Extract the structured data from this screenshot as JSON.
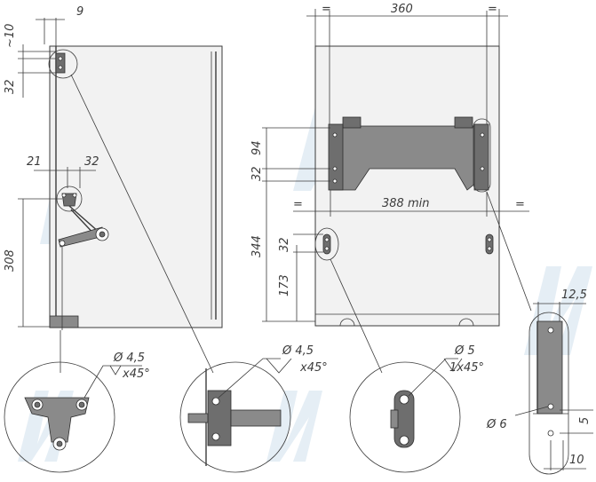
{
  "dimensions": {
    "top_offset_9": "9",
    "approx_10": "~10",
    "height_32_left": "32",
    "offset_21": "21",
    "spacing_32_top": "32",
    "height_308": "308",
    "width_360": "360",
    "eq_left_top": "=",
    "eq_right_top": "=",
    "h_94": "94",
    "h_32_front": "32",
    "min_388": "388 min",
    "eq_left_mid": "=",
    "eq_right_mid": "=",
    "h_344": "344",
    "h_32_lower": "32",
    "h_173": "173",
    "w_12_5": "12,5",
    "dia_6": "Ø 6",
    "d_5": "5",
    "d_10": "10"
  },
  "callouts": {
    "c1_dia": "Ø 4,5",
    "c1_chamfer": "x45°",
    "c2_dia": "Ø 4,5",
    "c2_chamfer": "x45°",
    "c3_dia": "Ø 5",
    "c3_chamfer": "1x45°"
  },
  "colors": {
    "line": "#3b3b3b",
    "metal": "#6e6e6e",
    "panel": "#f2f2f2",
    "watermark": "#cfe0ec"
  }
}
